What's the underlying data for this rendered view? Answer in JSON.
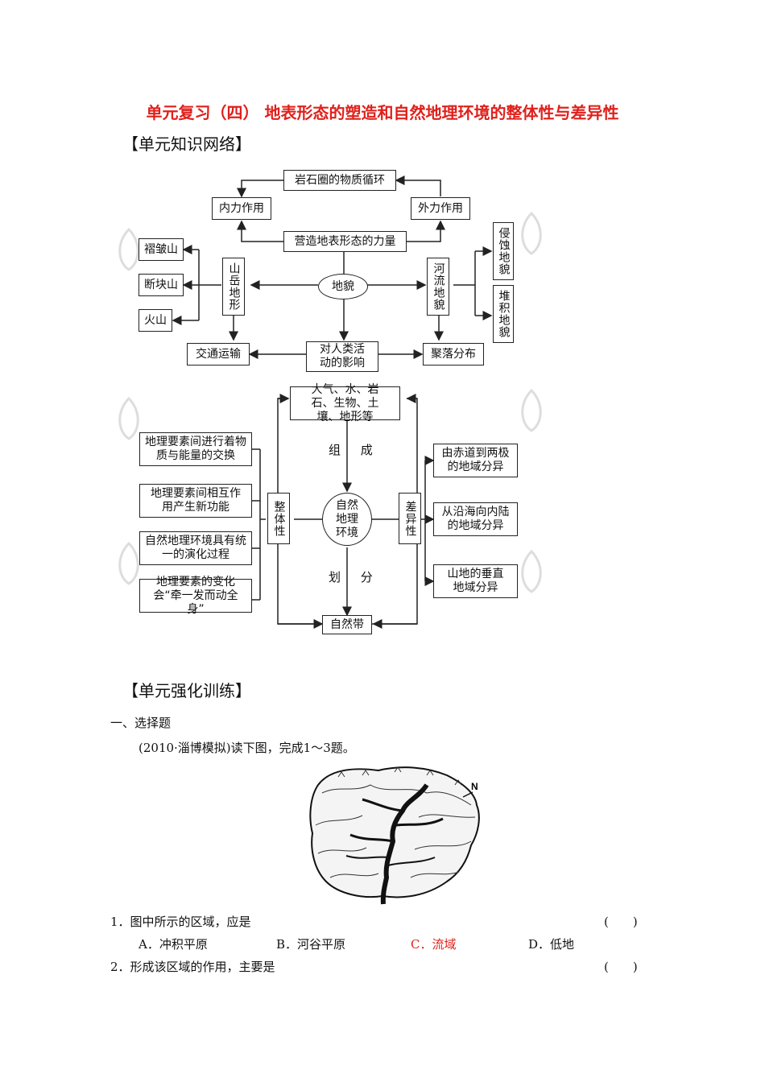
{
  "title": "单元复习（四） 地表形态的塑造和自然地理环境的整体性与差异性",
  "section1_heading": "【单元知识网络】",
  "diagram1": {
    "rock_cycle": "岩石圈的物质循环",
    "internal_force": "内力作用",
    "external_force": "外力作用",
    "shaping_force": "营造地表形态的力量",
    "folded_mountain": "褶皱山",
    "fault_block_mountain": "断块山",
    "volcano": "火山",
    "mountain_landform": "山岳地形",
    "landform": "地貌",
    "river_landform": "河流地貌",
    "erosion_landform": "侵蚀地貌",
    "deposition_landform": "堆积地貌",
    "transport": "交通运输",
    "human_impact": "对人类活动的影响",
    "settlement": "聚落分布"
  },
  "diagram2": {
    "elements": "大气、水、岩石、生物、土壤、地形等",
    "compose": "组 成",
    "natural_env": "自然地理环境",
    "divide": "划 分",
    "natural_zone": "自然带",
    "integrity": "整体性",
    "difference": "差异性",
    "left_items": [
      "地理要素间进行着物质与能量的交换",
      "地理要素间相互作用产生新功能",
      "自然地理环境具有统一的演化过程",
      "地理要素的变化会“牵一发而动全身”"
    ],
    "right_items": [
      "由赤道到两极的地域分异",
      "从沿海向内陆的地域分异",
      "山地的垂直地域分异"
    ]
  },
  "section2_heading": "【单元强化训练】",
  "part1": "一、选择题",
  "intro": "(2010·淄博模拟)读下图，完成1～3题。",
  "map_north": "N",
  "questions": [
    {
      "text": "1．图中所示的区域，应是",
      "bracket": "(　　)",
      "options": [
        "A．冲积平原",
        "B．河谷平原",
        "C．流域",
        "D．低地"
      ],
      "highlight": 2
    },
    {
      "text": "2．形成该区域的作用，主要是",
      "bracket": "(　　)"
    }
  ],
  "colors": {
    "title": "#e0201b",
    "answer": "#e0201b",
    "line": "#222222"
  }
}
